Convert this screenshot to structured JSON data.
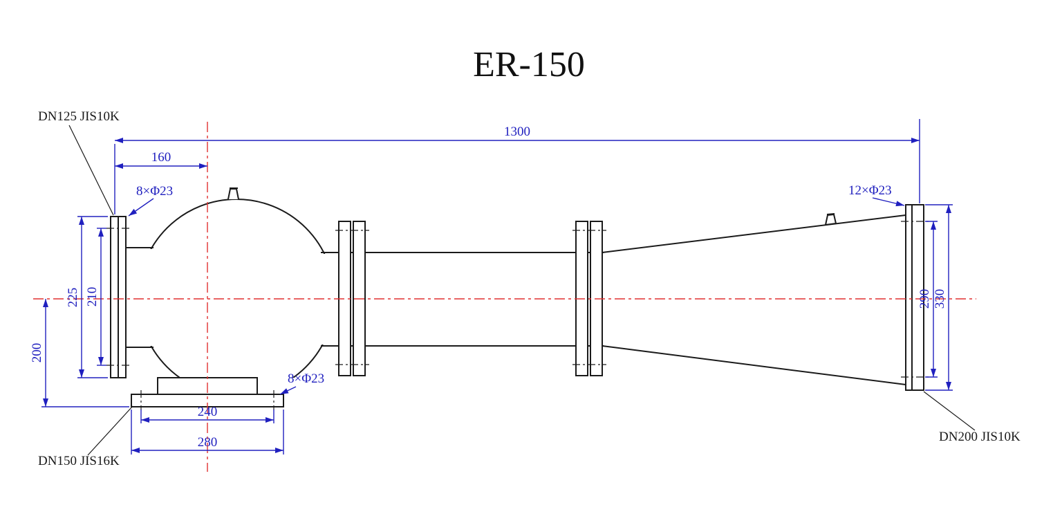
{
  "drawing": {
    "title": "ER-150",
    "labels": {
      "inlet": "DN125 JIS10K",
      "nozzle": "DN150 JIS16K",
      "outlet": "DN200 JIS10K"
    },
    "dimensions": {
      "overall_length": "1300",
      "inlet_offset": "160",
      "inlet_flange_height": "225",
      "inlet_bolt_circle": "210",
      "nozzle_drop": "200",
      "nozzle_bolt_circle": "240",
      "nozzle_flange_width": "280",
      "outlet_bolt_circle": "290",
      "outlet_flange_height": "330"
    },
    "notes": {
      "inlet_bolt_note": "8×Φ23",
      "nozzle_bolt_note": "8×Φ23",
      "outlet_bolt_note": "12×Φ23"
    },
    "colors": {
      "outline": "#1a1a1a",
      "dimension": "#2020bf",
      "centerline": "#e23030"
    }
  }
}
